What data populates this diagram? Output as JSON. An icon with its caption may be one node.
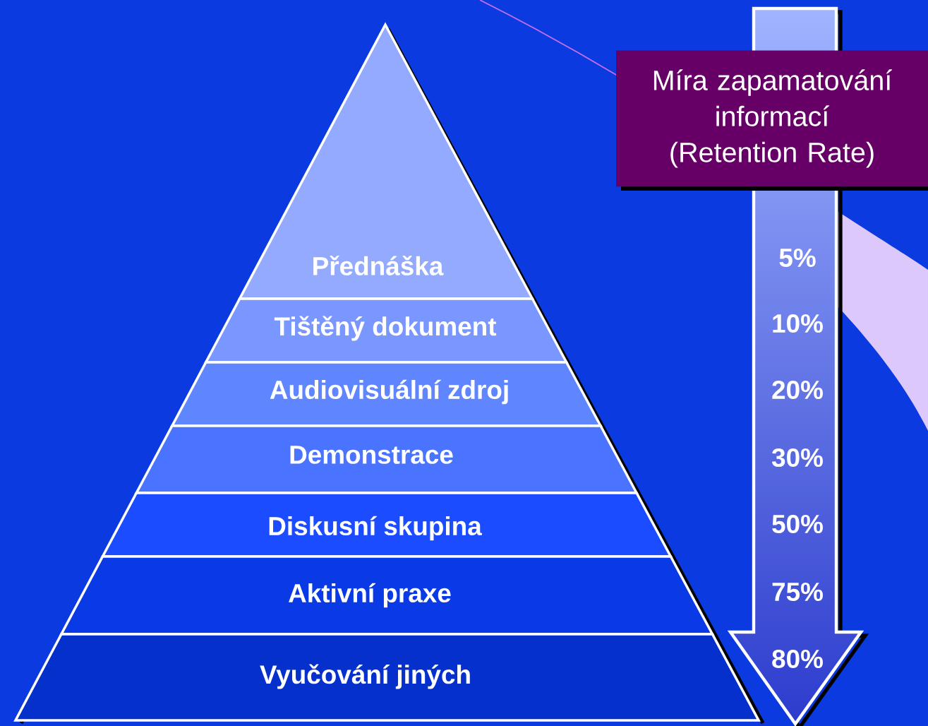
{
  "diagram": {
    "nodes": [
      {
        "text": [
          "Přednáška"
        ]
      },
      {
        "text": [
          "Tištěný dokument"
        ]
      },
      {
        "text": [
          "Audiovisuální zdroj"
        ]
      },
      {
        "text": [
          "Demonstrace"
        ]
      },
      {
        "text": [
          "Diskusní skupina"
        ]
      },
      {
        "text": [
          "Aktivní praxe"
        ]
      },
      {
        "text": [
          "Vyučování jiných"
        ]
      },
      {
        "text": [
          "Míra zapamatování informací (Retention Rate)"
        ]
      }
    ],
    "labels": [
      "5%",
      "10%",
      "20%",
      "30%",
      "50%",
      "75%",
      "80%"
    ]
  }
}
